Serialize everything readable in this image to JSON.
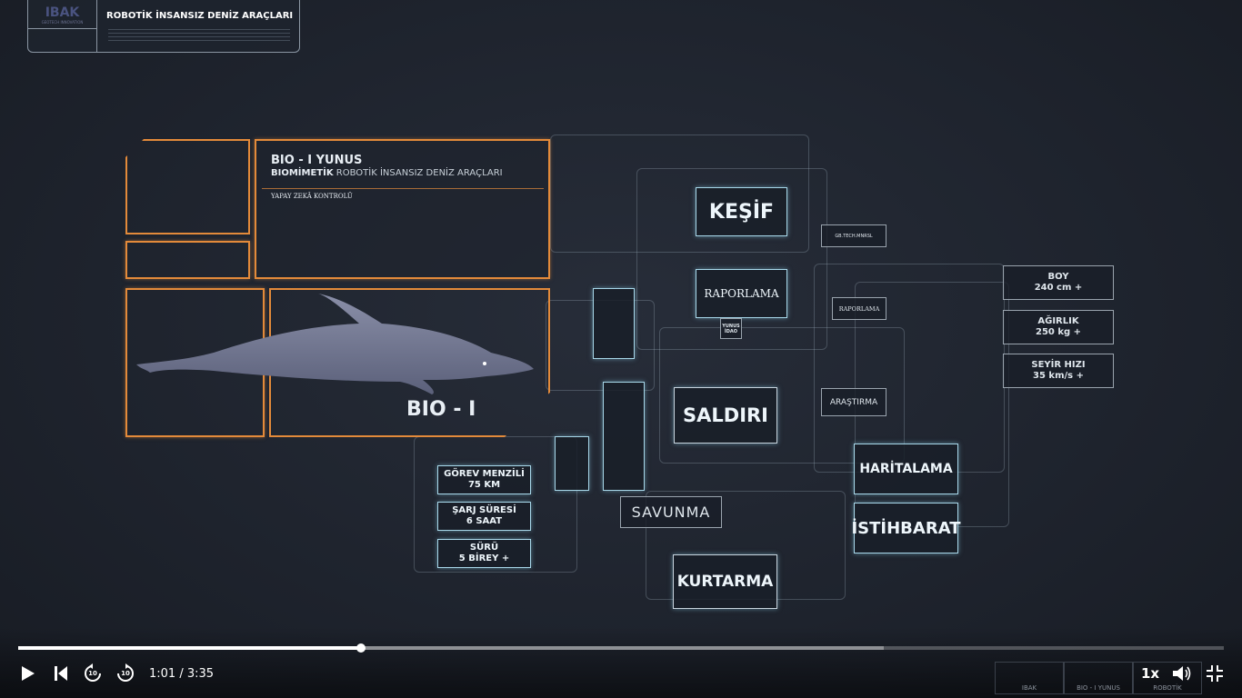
{
  "header": {
    "logo": "IBAK",
    "logo_sub": "GEOTECH INNOVATION",
    "title": "ROBOTİK İNSANSIZ DENİZ ARAÇLARI"
  },
  "panel": {
    "title": "BIO - I YUNUS",
    "subtitle_bold": "BIOMİMETİK",
    "subtitle_rest": "ROBOTİK İNSANSIZ DENİZ ARAÇLARI",
    "ai_label": "YAPAY ZEKÂ KONTROLÜ",
    "model_name": "BIO - I"
  },
  "stats_left": [
    {
      "label": "GÖREV MENZİLİ",
      "value": "75 KM"
    },
    {
      "label": "ŞARJ SÜRESİ",
      "value": "6 SAAT"
    },
    {
      "label": "SÜRÜ",
      "value": "5 BİREY +"
    }
  ],
  "stats_right": [
    {
      "label": "BOY",
      "value": "240 cm +"
    },
    {
      "label": "AĞIRLIK",
      "value": "250 kg +"
    },
    {
      "label": "SEYİR HIZI",
      "value": "35 km/s +"
    }
  ],
  "nodes": {
    "kesif": "KEŞİF",
    "raporlama": "RAPORLAMA",
    "yunus_idao": "YUNUS İDAO",
    "tech": "GB.TECH.MNRSL",
    "raporlama_small": "RAPORLAMA",
    "arastirma": "ARAŞTIRMA",
    "saldiri": "SALDIRI",
    "savunma": "SAVUNMA",
    "kurtarma": "KURTARMA",
    "haritalama": "HARİTALAMA",
    "istihbarat": "İSTİHBARAT"
  },
  "footer_tabs": [
    "IBAK",
    "BIO - I YUNUS",
    "ROBOTİK"
  ],
  "player": {
    "current_time": "1:01",
    "duration": "3:35",
    "time_separator": " / ",
    "speed": "1x",
    "progress_fraction": 0.284,
    "buffered_fraction": 0.718,
    "rewind_seconds": "10",
    "forward_seconds": "10"
  }
}
